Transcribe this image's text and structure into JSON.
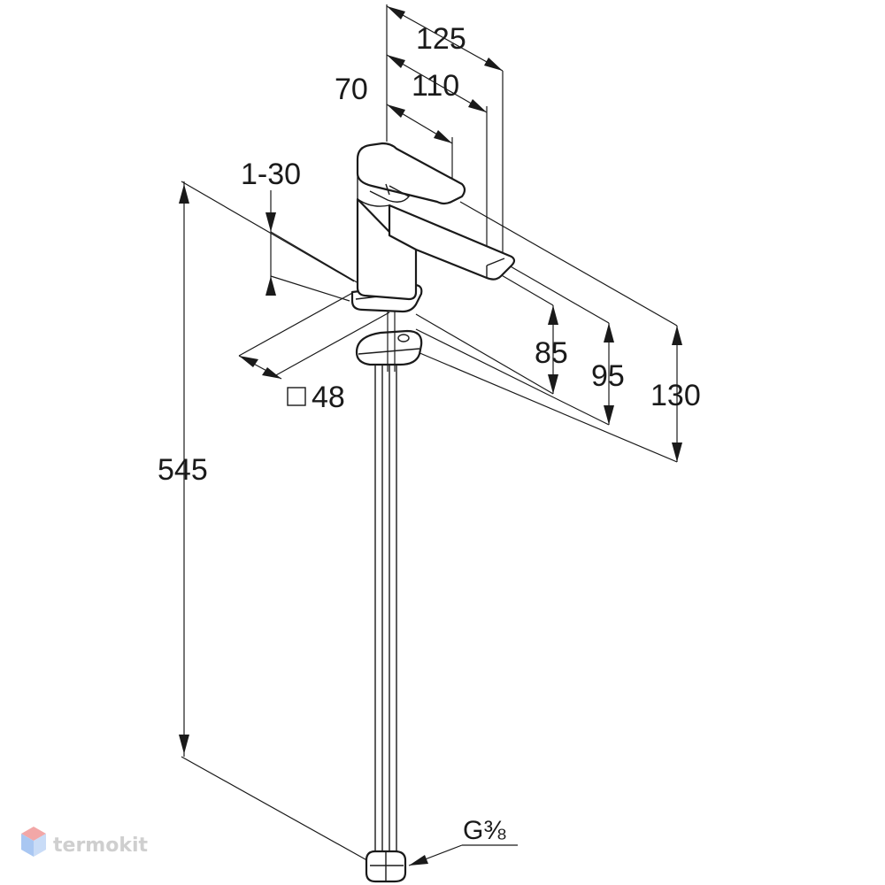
{
  "dimensions": {
    "d125": "125",
    "d110": "110",
    "d70": "70",
    "d1_30": "1-30",
    "d48": "48",
    "d85": "85",
    "d95": "95",
    "d130": "130",
    "d545": "545"
  },
  "thread_label": "G⅜",
  "watermark": "termokit",
  "colors": {
    "line": "#1a1a1a",
    "watermark_text": "#cfcfcf",
    "logo_top": "#f2a7a7",
    "logo_side": "#a9c7f2"
  }
}
